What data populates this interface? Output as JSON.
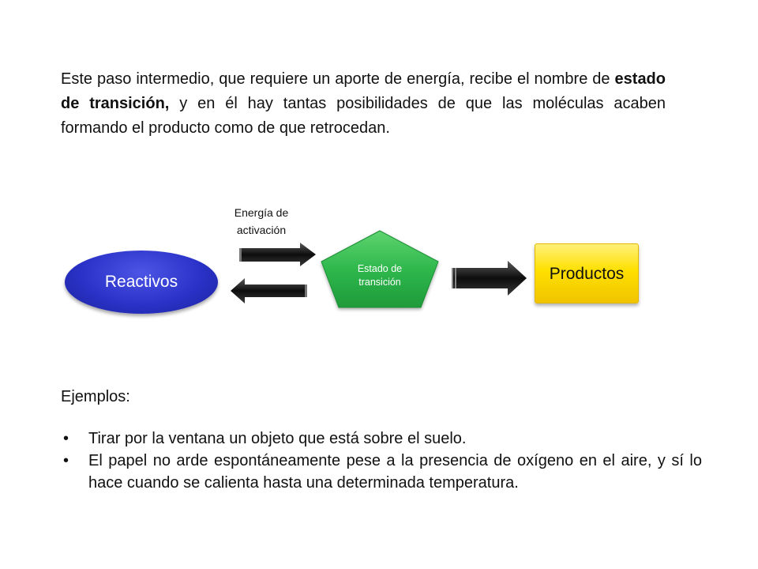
{
  "intro": {
    "text_before": "Este paso intermedio, que requiere un aporte de energía, recibe el nombre de ",
    "bold_term": "estado de transición,",
    "text_after": " y en él hay tantas posibilidades de que las moléculas acaben formando el producto como de que retrocedan."
  },
  "diagram": {
    "energy_label": "Energía de activación",
    "reactants_label": "Reactivos",
    "transition_label": "Estado de transición",
    "products_label": "Productos",
    "colors": {
      "reactants": "#2a32c8",
      "transition": "#22b04a",
      "products": "#ffe000",
      "arrows": "#111111"
    }
  },
  "examples": {
    "title": "Ejemplos:",
    "bullet_symbol": "•",
    "items": [
      "Tirar por la ventana un objeto que está sobre el suelo.",
      "El papel no arde espontáneamente pese a la presencia de oxígeno en el aire, y sí lo hace cuando se calienta hasta una determinada temperatura."
    ]
  }
}
